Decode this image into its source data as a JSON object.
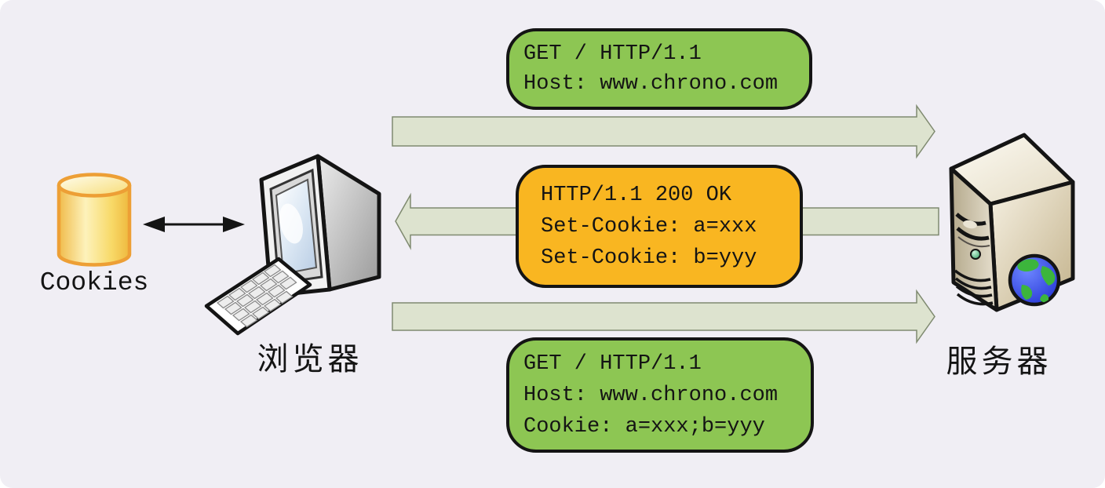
{
  "nodes": {
    "cookies_store": {
      "label": "Cookies"
    },
    "browser": {
      "label": "浏览器"
    },
    "server": {
      "label": "服务器"
    }
  },
  "messages": [
    {
      "name": "first-request",
      "direction": "browser-to-server",
      "lines": [
        "GET / HTTP/1.1",
        "Host: www.chrono.com"
      ]
    },
    {
      "name": "response-with-set-cookie",
      "direction": "server-to-browser",
      "lines": [
        "HTTP/1.1 200 OK",
        "Set-Cookie: a=xxx",
        "Set-Cookie: b=yyy"
      ]
    },
    {
      "name": "second-request-with-cookie",
      "direction": "browser-to-server",
      "lines": [
        "GET / HTTP/1.1",
        "Host: www.chrono.com",
        "Cookie: a=xxx;b=yyy"
      ]
    }
  ],
  "links": {
    "cookies_browser_sync": {
      "type": "bidirectional-arrow"
    }
  },
  "colors": {
    "background": "#f0eef4",
    "request_box": "#8dc653",
    "response_box": "#f9b621",
    "box_border": "#141414",
    "flow_arrow_fill": "#dde3cf",
    "flow_arrow_stroke": "#7f8a70",
    "cylinder_fill": "#f8d967",
    "cylinder_stroke": "#ed9f35",
    "server_body": "#d8cdb4",
    "globe_ocean": "#2b3bd8",
    "globe_land": "#3cb53c"
  }
}
